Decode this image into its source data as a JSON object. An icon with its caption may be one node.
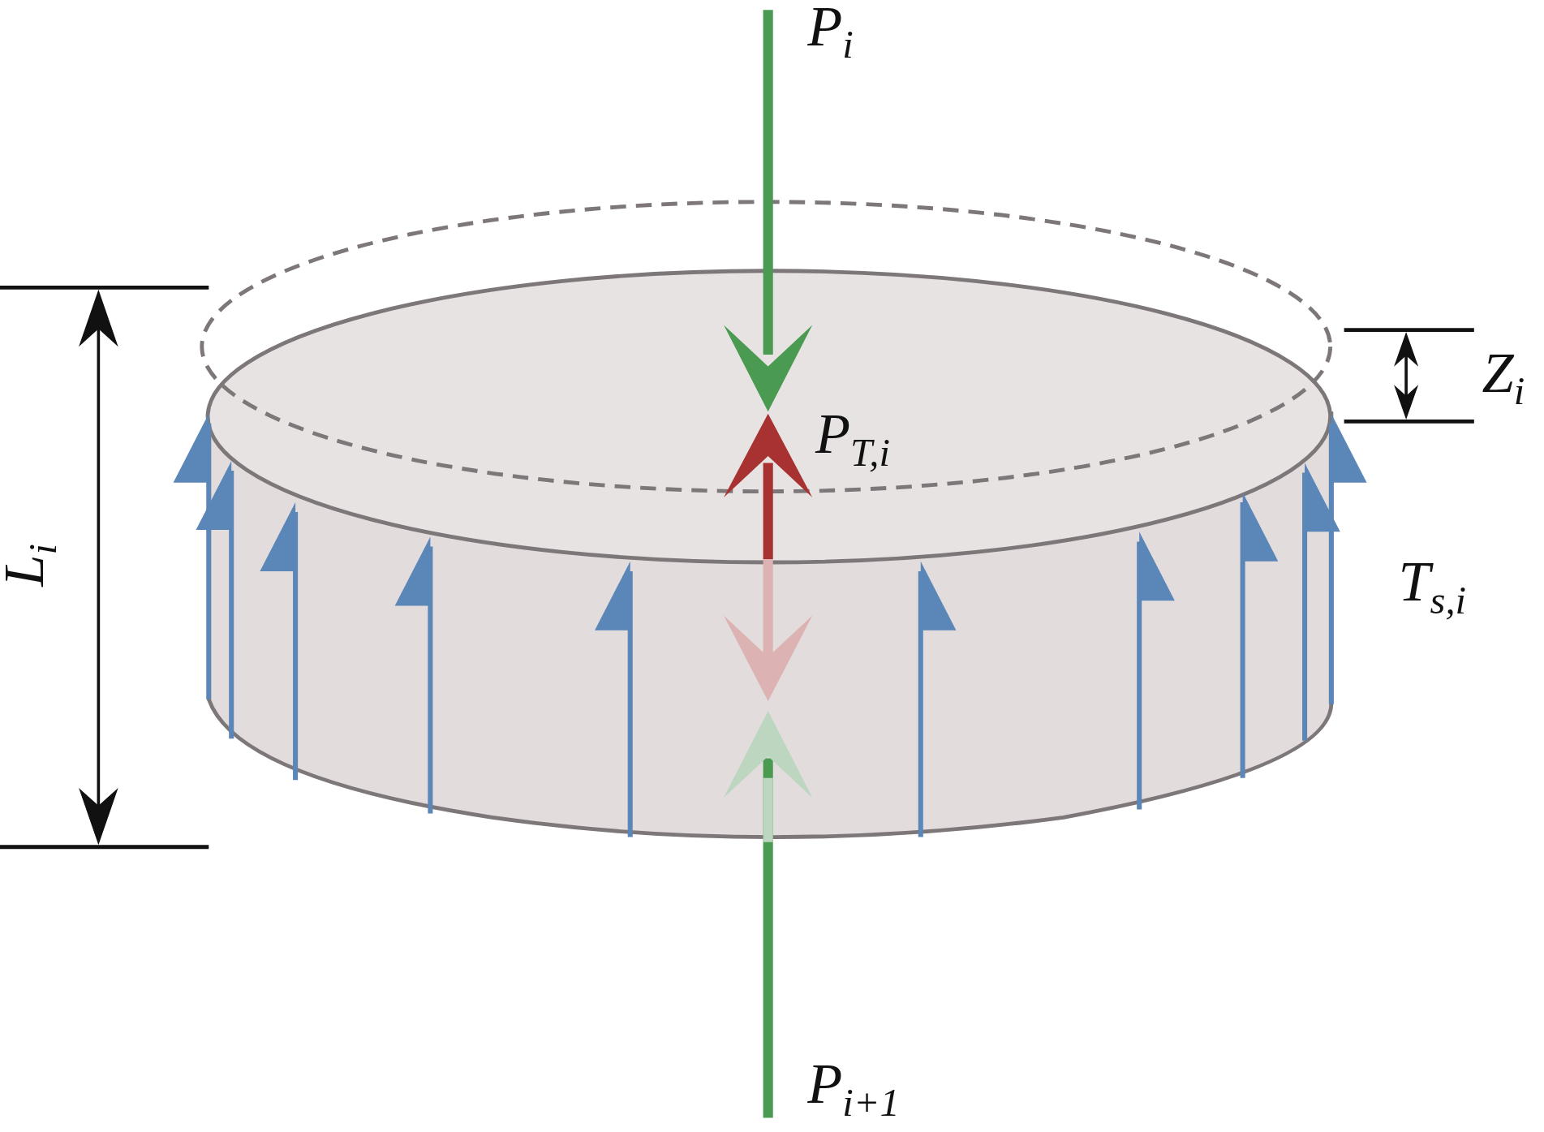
{
  "diagram": {
    "labels": [
      "*P*$_{i}$",
      "*Z*$_{i}$",
      "*P*$_{T,i}$",
      "*L*$_{i}$",
      "*T*$_{s,i}$",
      "*P*$_{i+1}$"
    ]
  }
}
